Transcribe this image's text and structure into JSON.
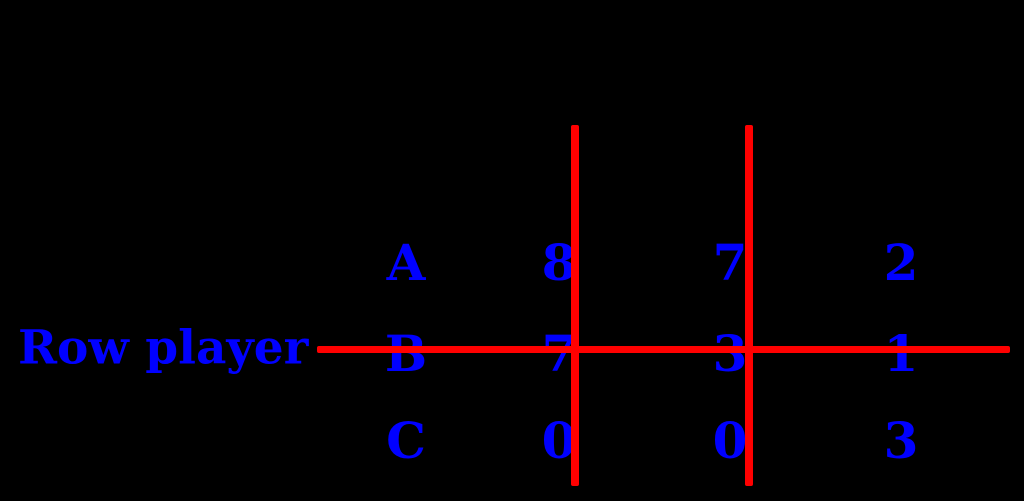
{
  "colors": {
    "background": "#000000",
    "text": "#0000ff",
    "elimination_line": "#ff0000"
  },
  "row_player": {
    "label": "Row player"
  },
  "matrix": {
    "row_labels": [
      "A",
      "B",
      "C"
    ],
    "rows": [
      [
        "8",
        "7",
        "2"
      ],
      [
        "7",
        "3",
        "1"
      ],
      [
        "0",
        "0",
        "3"
      ]
    ]
  },
  "annotations": {
    "horizontal_strike_row": "B",
    "vertical_strike_columns": [
      "first payoff column",
      "second payoff column"
    ]
  }
}
